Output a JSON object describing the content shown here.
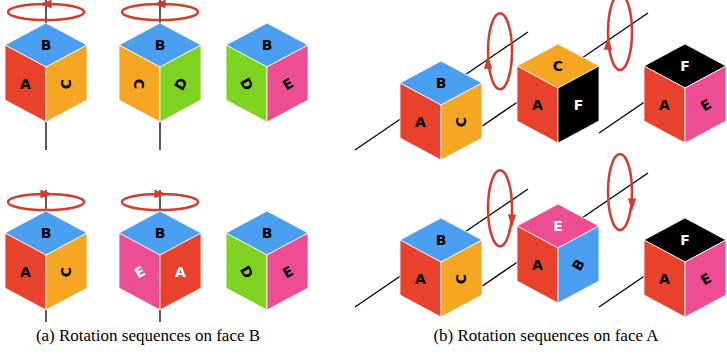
{
  "diagram": {
    "nodes": [
      {
        "text": [
          "B"
        ]
      },
      {
        "text": [
          "A"
        ]
      },
      {
        "text": [
          "C"
        ]
      },
      {
        "text": [
          "B"
        ]
      },
      {
        "text": [
          "C"
        ]
      },
      {
        "text": [
          "D"
        ]
      },
      {
        "text": [
          "B"
        ]
      },
      {
        "text": [
          "D"
        ]
      },
      {
        "text": [
          "E"
        ]
      },
      {
        "text": [
          "B"
        ]
      },
      {
        "text": [
          "A"
        ]
      },
      {
        "text": [
          "C"
        ]
      },
      {
        "text": [
          "C"
        ]
      },
      {
        "text": [
          "A"
        ]
      },
      {
        "text": [
          "F"
        ]
      },
      {
        "text": [
          "F"
        ]
      },
      {
        "text": [
          "A"
        ]
      },
      {
        "text": [
          "E"
        ]
      },
      {
        "text": [
          "B"
        ]
      },
      {
        "text": [
          "A"
        ]
      },
      {
        "text": [
          "C"
        ]
      },
      {
        "text": [
          "B"
        ]
      },
      {
        "text": [
          "E"
        ]
      },
      {
        "text": [
          "A"
        ]
      },
      {
        "text": [
          "B"
        ]
      },
      {
        "text": [
          "D"
        ]
      },
      {
        "text": [
          "E"
        ]
      },
      {
        "text": [
          "B"
        ]
      },
      {
        "text": [
          "A"
        ]
      },
      {
        "text": [
          "C"
        ]
      },
      {
        "text": [
          "E"
        ]
      },
      {
        "text": [
          "A"
        ]
      },
      {
        "text": [
          "B"
        ]
      },
      {
        "text": [
          "F"
        ]
      },
      {
        "text": [
          "A"
        ]
      },
      {
        "text": [
          "E"
        ]
      }
    ],
    "labels": [
      "(a) Rotation sequences on face B",
      "(b) Rotation sequences on face A"
    ]
  }
}
